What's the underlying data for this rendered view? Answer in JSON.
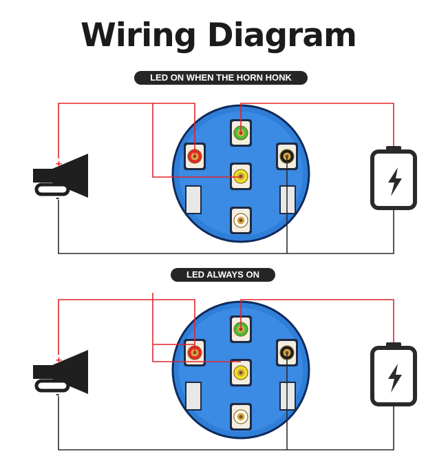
{
  "title": "Wiring Diagram",
  "diagrams": [
    {
      "label": "LED ON WHEN THE HORN HONK"
    },
    {
      "label": "LED ALWAYS ON"
    }
  ],
  "terminal_colors": {
    "red": "#e8242a",
    "green": "#3fbf3a",
    "yellow": "#ece323",
    "black": "#1d1d1d",
    "plain": "#ffffff"
  },
  "wire_colors": {
    "positive": "#e2222a",
    "negative": "#2a2a2a"
  },
  "symbols": {
    "plus": "+",
    "minus": "-"
  },
  "icons": [
    "horn-icon",
    "battery-icon",
    "lightning-bolt-icon"
  ]
}
